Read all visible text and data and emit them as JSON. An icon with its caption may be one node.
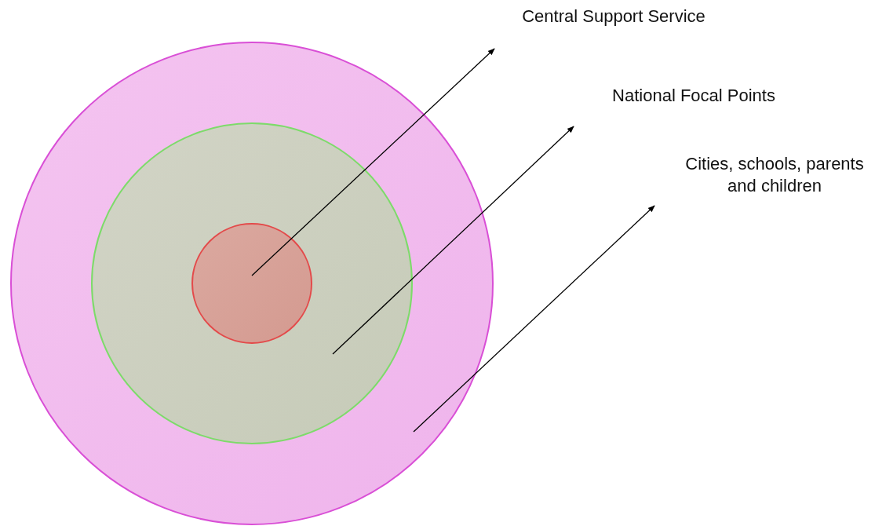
{
  "diagram": {
    "nodes": [
      {
        "text": [],
        "shape": "circle"
      },
      {
        "text": [],
        "shape": "circle",
        "in": 0
      },
      {
        "text": [],
        "shape": "circle",
        "in": 1
      },
      {
        "text": [
          "Central Support Service"
        ]
      },
      {
        "text": [
          "National Focal Points"
        ]
      },
      {
        "text": [
          "Cities, schools, parents and children"
        ]
      }
    ],
    "edges": [
      {
        "from": 2,
        "to": 3,
        "arrow": "to"
      },
      {
        "from": 1,
        "to": 4,
        "arrow": "to"
      },
      {
        "from": 0,
        "to": 5,
        "arrow": "to"
      }
    ]
  }
}
